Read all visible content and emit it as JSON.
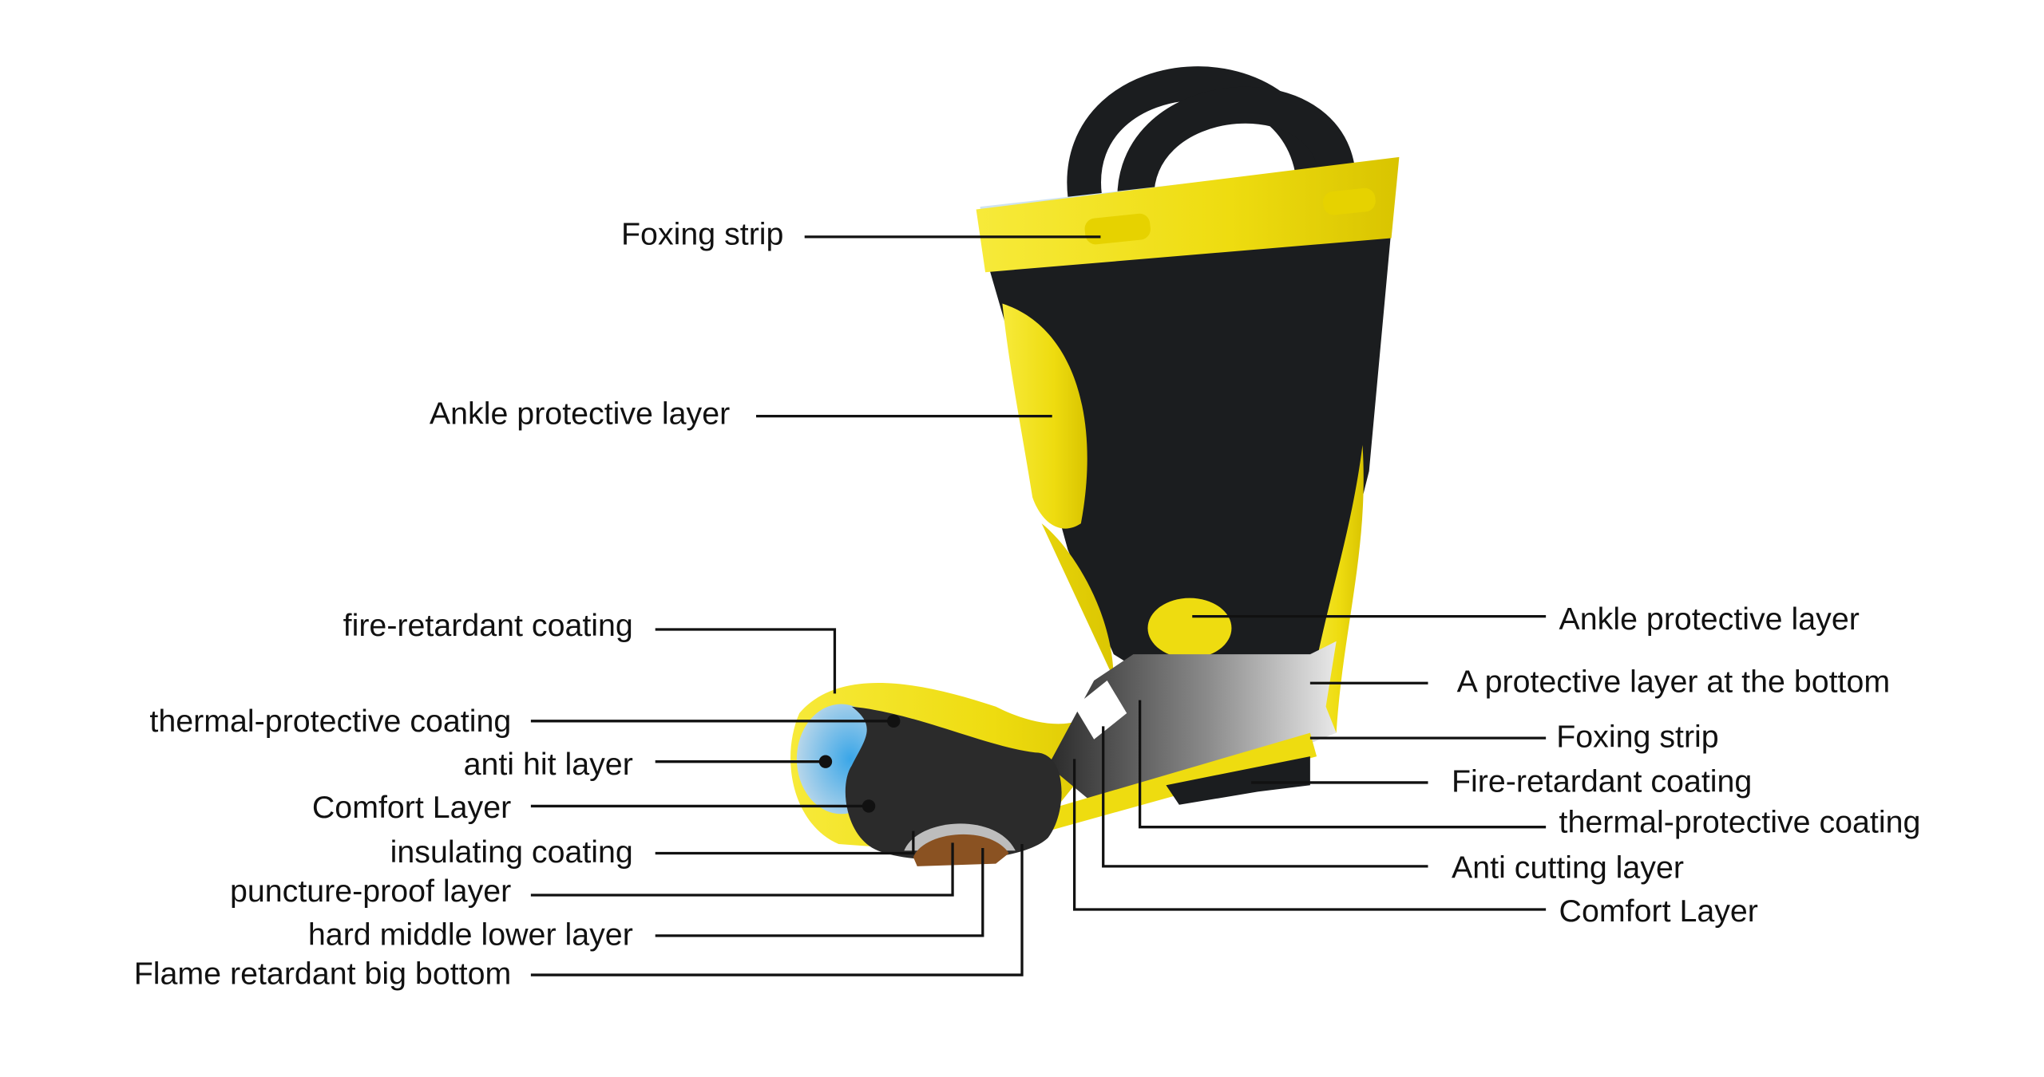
{
  "colors": {
    "yellow": "#f2e21a",
    "black": "#1b1d1f",
    "grey": "#8c8c8c",
    "blue": "#5fb4e6",
    "brown": "#8a5222"
  },
  "left_labels": [
    "Foxing strip",
    "Ankle protective layer",
    "fire-retardant coating",
    "thermal-protective coating",
    "anti hit layer",
    "Comfort Layer",
    "insulating coating",
    "puncture-proof layer",
    "hard middle lower layer",
    "Flame retardant big bottom"
  ],
  "right_labels": [
    "Ankle protective layer",
    "A protective layer at the bottom",
    "Foxing strip",
    "Fire-retardant coating",
    "thermal-protective coating",
    "Anti cutting layer",
    "Comfort Layer"
  ]
}
